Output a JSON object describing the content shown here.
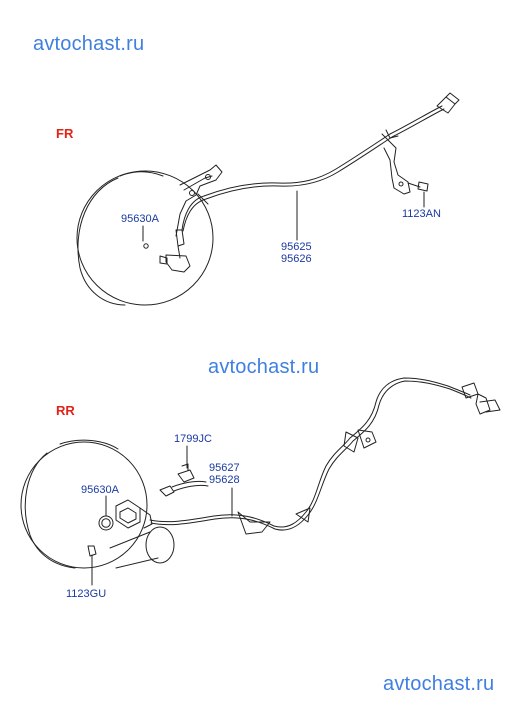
{
  "watermarks": {
    "top": "avtochast.ru",
    "middle": "avtochast.ru",
    "bottom": "avtochast.ru"
  },
  "sections": {
    "front": {
      "label": "FR",
      "parts": {
        "oring": "95630A",
        "sensor_line1": "95625",
        "sensor_line2": "95626",
        "bolt": "1123AN"
      }
    },
    "rear": {
      "label": "RR",
      "parts": {
        "clip": "1799JC",
        "sensor_line1": "95627",
        "sensor_line2": "95628",
        "oring": "95630A",
        "bolt": "1123GU"
      }
    }
  },
  "colors": {
    "watermark": "#3f7fe0",
    "section_label": "#e0241a",
    "part_number": "#1a3aa0",
    "line_art": "#222222"
  }
}
